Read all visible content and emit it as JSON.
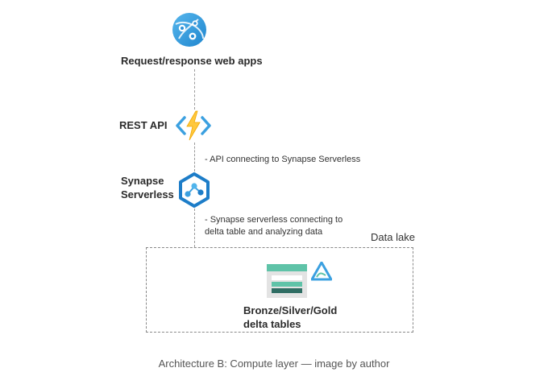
{
  "nodes": {
    "web_apps": {
      "label": "Request/response web apps",
      "icon": "globe-network-icon"
    },
    "rest_api": {
      "label": "REST API",
      "icon": "azure-function-icon"
    },
    "synapse": {
      "label_line1": "Synapse",
      "label_line2": "Serverless",
      "icon": "synapse-icon"
    },
    "delta_tables": {
      "label_line1": "Bronze/Silver/Gold",
      "label_line2": "delta tables",
      "icon": "table-icon"
    }
  },
  "notes": {
    "api_to_synapse": "- API connecting to Synapse Serverless",
    "synapse_to_delta_line1": "- Synapse serverless connecting to",
    "synapse_to_delta_line2": "delta table and analyzing data"
  },
  "group": {
    "label": "Data lake",
    "icon": "data-lake-icon"
  },
  "caption": "Architecture B: Compute layer — image by author",
  "colors": {
    "azure_blue": "#3ba0e0",
    "lightning_yellow": "#ffc83d",
    "synapse_blue": "#1d7dc8",
    "table_header": "#5fc3a8",
    "table_rows": "#2f6d63",
    "connector": "#9a9a9a"
  }
}
